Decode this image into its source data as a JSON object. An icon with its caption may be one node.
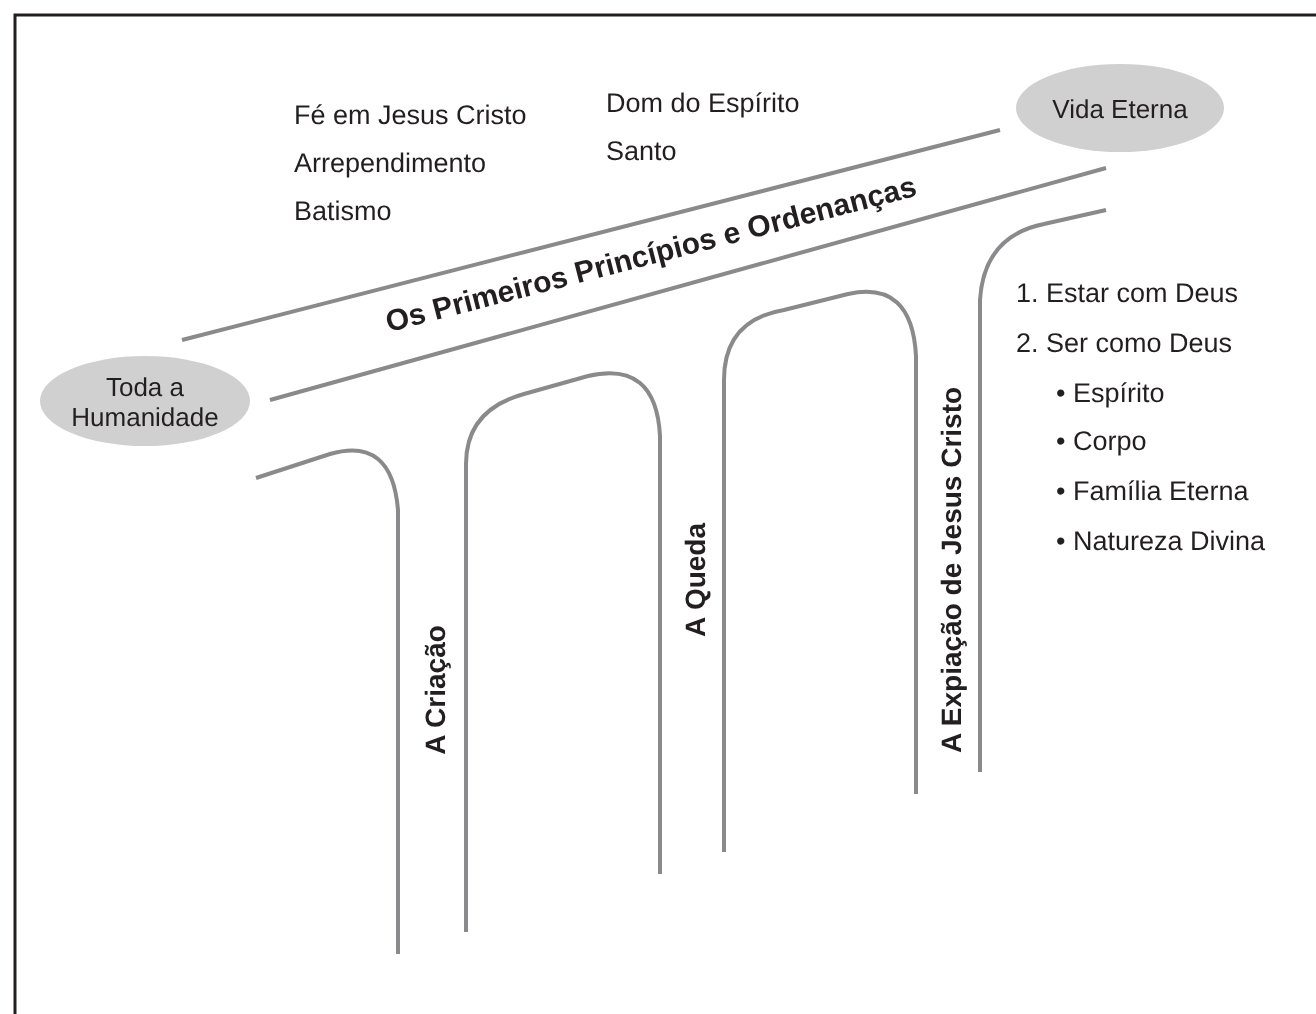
{
  "diagram": {
    "nodes": [
      {
        "text": [
          "Toda a Humanidade"
        ]
      },
      {
        "text": [
          "Vida Eterna"
        ]
      }
    ],
    "labels": [
      "Fé em Jesus Cristo",
      "Arrependimento",
      "Batismo",
      "Dom do Espírito Santo",
      "Os Primeiros Princípios e Ordenanças",
      "1. Estar com Deus",
      "2. Ser como Deus",
      "• Espírito",
      "• Corpo",
      "• Família Eterna",
      "• Natureza Divina",
      "A Criação",
      "A Queda",
      "A Expiação de Jesus Cristo"
    ]
  }
}
